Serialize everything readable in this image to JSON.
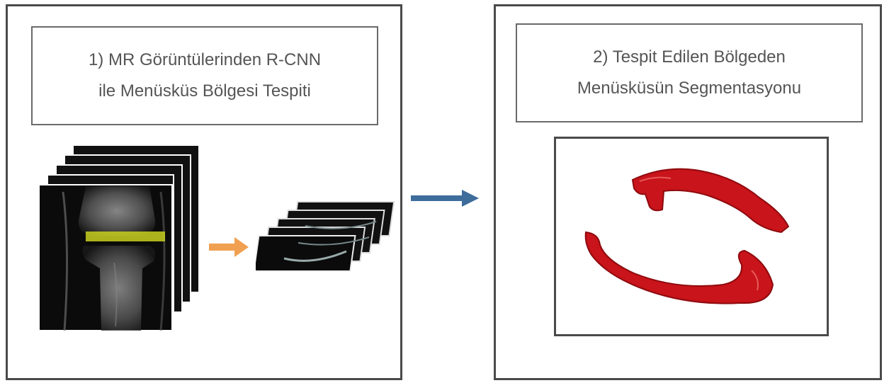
{
  "panel_1": {
    "title_line_1": "1) MR Görüntülerinden R-CNN",
    "title_line_2": "ile Menüsküs Bölgesi Tespiti"
  },
  "panel_2": {
    "title_line_1": "2) Tespit Edilen Bölgeden",
    "title_line_2": "Menüsküsün Segmentasyonu"
  },
  "colors": {
    "frame": "#4a4a4a",
    "detection_box": "#c9d020",
    "local_arrow": "#f0a050",
    "flow_arrow": "#3e6d9c",
    "segmentation": "#c8141a"
  },
  "icons": {
    "mri_stack": "knee-mri-slices-icon",
    "cropped_slices": "cropped-meniscus-slices-icon",
    "segmentation": "meniscus-3d-segmentation-icon"
  }
}
